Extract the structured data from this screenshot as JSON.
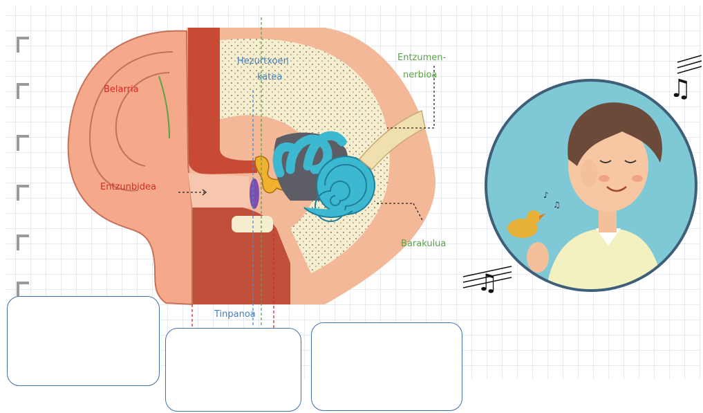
{
  "labels": {
    "belarria": "Belarria",
    "entzunbidea": "Entzunbidea",
    "hezurtxoen_line1": "Hezurtxoen",
    "hezurtxoen_line2": "katea",
    "entzumen_line1": "Entzumen-",
    "entzumen_line2": "nerbioa",
    "barakulua": "Barakulua",
    "tinpanoa": "Tinpanoa"
  },
  "colors": {
    "label_red": "#d62a2a",
    "label_blue": "#3f7fc2",
    "label_green": "#5aa345",
    "box_border": "#3e6fae"
  },
  "answer_boxes": [
    {
      "value": ""
    },
    {
      "value": ""
    },
    {
      "value": ""
    }
  ]
}
